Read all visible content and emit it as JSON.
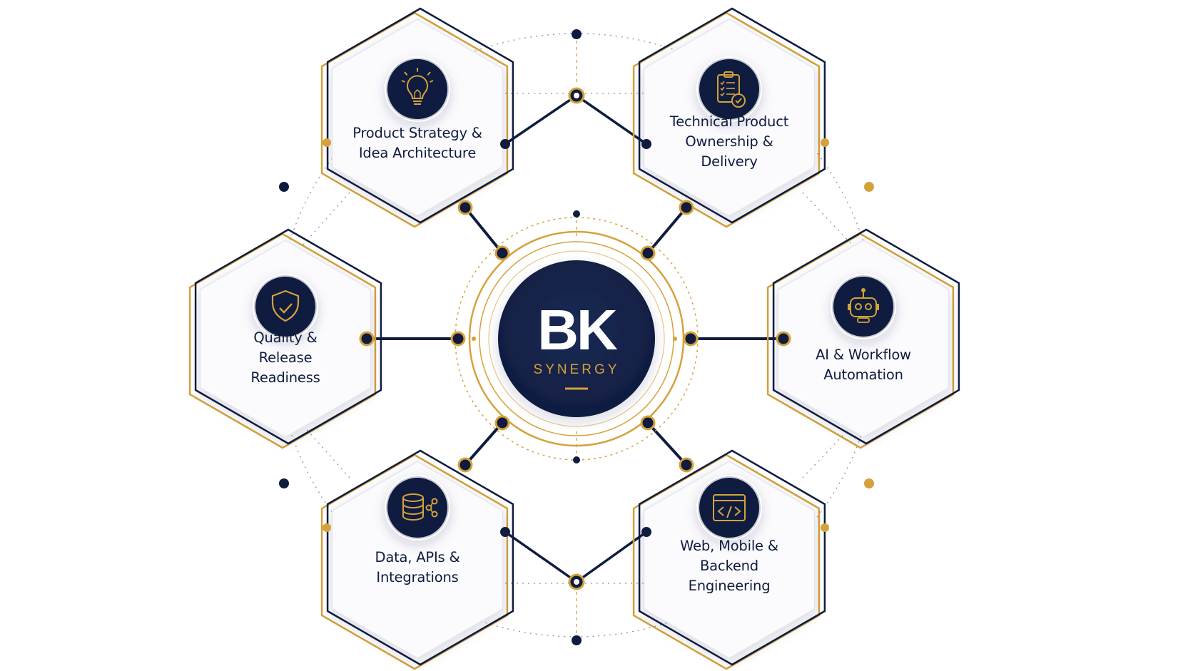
{
  "hub": {
    "title": "BK",
    "subtitle": "SYNERGY"
  },
  "nodes": [
    {
      "id": "strategy",
      "icon": "lightbulb-icon",
      "lines": [
        "Product Strategy &",
        "Idea Architecture"
      ]
    },
    {
      "id": "ownership",
      "icon": "clipboard-check-icon",
      "lines": [
        "Technical Product",
        "Ownership &",
        "Delivery"
      ]
    },
    {
      "id": "ai",
      "icon": "robot-icon",
      "lines": [
        "AI & Workflow",
        "Automation"
      ]
    },
    {
      "id": "engineering",
      "icon": "code-window-icon",
      "lines": [
        "Web, Mobile &",
        "Backend",
        "Engineering"
      ]
    },
    {
      "id": "data",
      "icon": "database-share-icon",
      "lines": [
        "Data, APIs &",
        "Integrations"
      ]
    },
    {
      "id": "quality",
      "icon": "shield-check-icon",
      "lines": [
        "Quality &",
        "Release",
        "Readiness"
      ]
    }
  ],
  "colors": {
    "navy": "#0f1c3f",
    "gold": "#d4a23a",
    "hex_fill": "#ffffff",
    "dotted": "#8a93b0"
  }
}
